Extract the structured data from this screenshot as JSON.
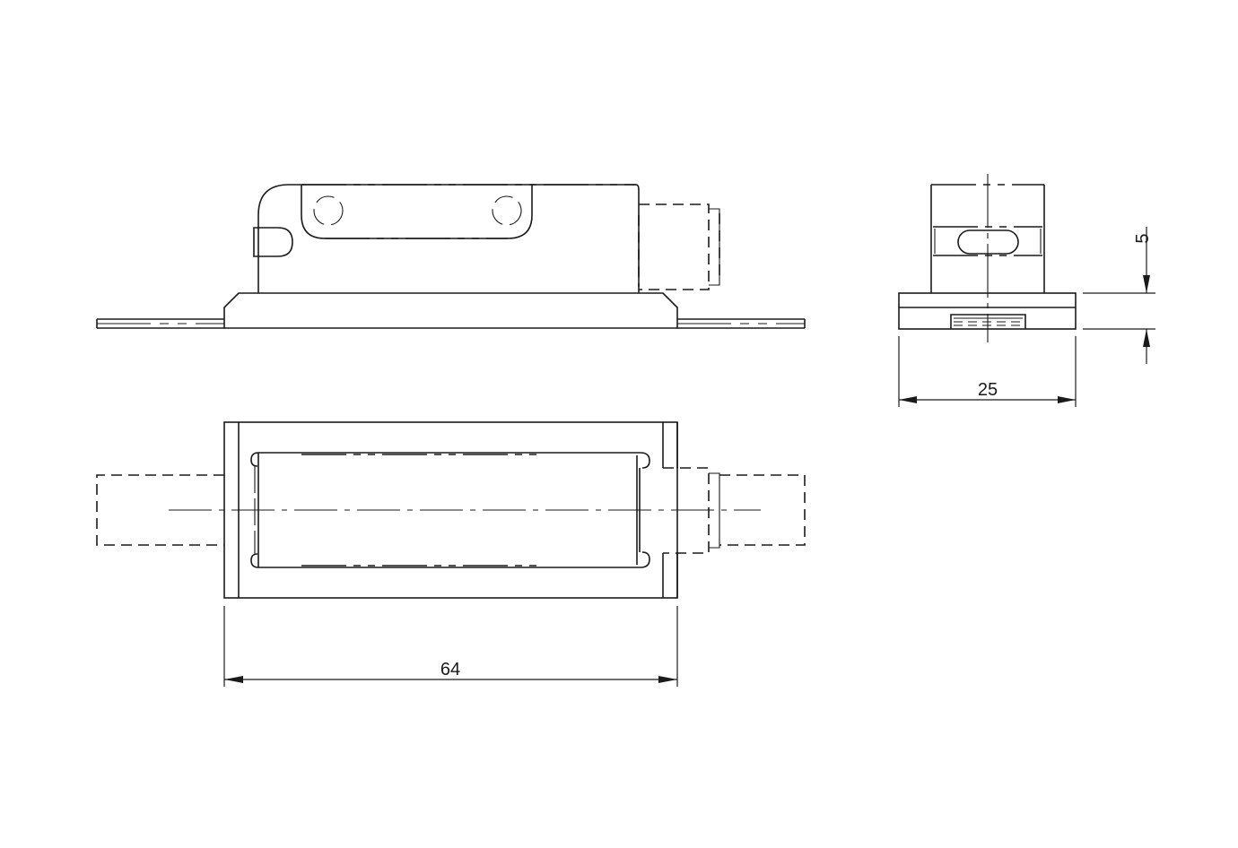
{
  "drawing": {
    "type": "technical-drawing",
    "subject": "magnetic sensor with mounting base",
    "views": [
      {
        "name": "side-view",
        "label": ""
      },
      {
        "name": "top-view",
        "label": ""
      },
      {
        "name": "end-view",
        "label": ""
      }
    ],
    "line_color": "#1a1a1a",
    "background": "#ffffff"
  },
  "dimensions": {
    "length": {
      "value": "64",
      "unit": "mm",
      "orientation": "horizontal",
      "view": "top-view"
    },
    "width": {
      "value": "25",
      "unit": "mm",
      "orientation": "horizontal",
      "view": "end-view"
    },
    "base_height": {
      "value": "5",
      "unit": "mm",
      "orientation": "vertical",
      "view": "end-view"
    }
  }
}
